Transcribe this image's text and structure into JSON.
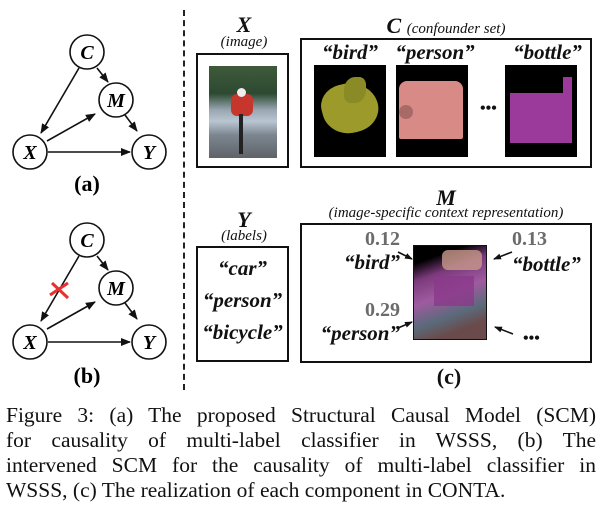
{
  "graph_a": {
    "nodes": {
      "c": "C",
      "m": "M",
      "x": "X",
      "y": "Y"
    },
    "label": "(a)"
  },
  "graph_b": {
    "nodes": {
      "c": "C",
      "m": "M",
      "x": "X",
      "y": "Y"
    },
    "label": "(b)",
    "cut_mark": "✕",
    "cut_color": "#e8312f"
  },
  "panel_c": {
    "x_title": "X",
    "x_subtitle": "(image)",
    "c_title": "C",
    "c_subtitle": "(confounder set)",
    "confounders": [
      {
        "label": "“bird”",
        "color": "#9b9a2a"
      },
      {
        "label": "“person”",
        "color": "#d88a86"
      },
      {
        "label": "“bottle”",
        "color": "#9b3a9b"
      }
    ],
    "ellipsis": "•••",
    "y_title": "Y",
    "y_subtitle": "(labels)",
    "y_labels": [
      "“car”",
      "“person”",
      "“bicycle”"
    ],
    "m_title": "M",
    "m_subtitle": "(image-specific context representation)",
    "m_items": [
      {
        "value": "0.12",
        "label": "“bird”"
      },
      {
        "value": "0.13",
        "label": "“bottle”"
      },
      {
        "value": "0.29",
        "label": "“person”"
      }
    ],
    "m_ellipsis": "•••",
    "label": "(c)"
  },
  "caption": {
    "lines": [
      "Figure 3: (a) The proposed Structural Causal Model (SCM)",
      "for causality of multi-label classifier in WSSS, (b) The",
      "intervened SCM for the causality of multi-label classifier in",
      "WSSS, (c) The realization of each component in CONTA."
    ]
  }
}
